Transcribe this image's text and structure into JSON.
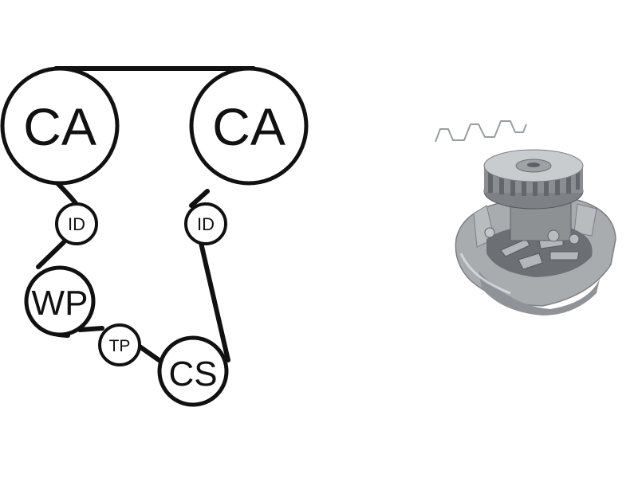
{
  "diagram": {
    "pulleys": [
      {
        "id": "cam-left",
        "label": "CA"
      },
      {
        "id": "cam-right",
        "label": "CA"
      },
      {
        "id": "idler-left",
        "label": "ID"
      },
      {
        "id": "idler-right",
        "label": "ID"
      },
      {
        "id": "water-pump",
        "label": "WP"
      },
      {
        "id": "tensioner",
        "label": "TP"
      },
      {
        "id": "crankshaft",
        "label": "CS"
      }
    ]
  },
  "product": {
    "photo": "water-pump-with-gasket",
    "colors": {
      "metal": "#a9acaf",
      "shadow": "#5e6266",
      "highlight": "#e4e6e8"
    }
  }
}
